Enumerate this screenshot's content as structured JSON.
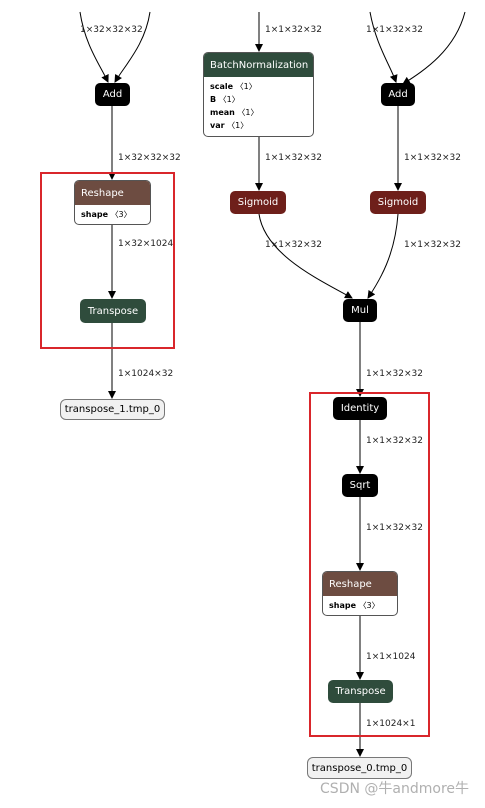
{
  "edge_labels": {
    "add_left_in": "1×32×32×32",
    "bn_in": "1×1×32×32",
    "add_right_in": "1×1×32×32",
    "add_left_out": "1×32×32×32",
    "bn_out": "1×1×32×32",
    "add_right_out": "1×1×32×32",
    "reshape_left_out": "1×32×1024",
    "sigmoid_left_out": "1×1×32×32",
    "sigmoid_right_out": "1×1×32×32",
    "transpose_left_out": "1×1024×32",
    "mul_out": "1×1×32×32",
    "identity_out": "1×1×32×32",
    "sqrt_out": "1×1×32×32",
    "reshape_right_out": "1×1×1024",
    "transpose_right_out": "1×1024×1"
  },
  "nodes": {
    "add_left": "Add",
    "add_right": "Add",
    "sigmoid_left": "Sigmoid",
    "sigmoid_right": "Sigmoid",
    "mul": "Mul",
    "identity": "Identity",
    "sqrt": "Sqrt",
    "transpose_left": "Transpose",
    "transpose_right": "Transpose"
  },
  "batchnorm": {
    "title": "BatchNormalization",
    "attrs": [
      {
        "name": "scale",
        "value": "〈1〉"
      },
      {
        "name": "B",
        "value": "〈1〉"
      },
      {
        "name": "mean",
        "value": "〈1〉"
      },
      {
        "name": "var",
        "value": "〈1〉"
      }
    ]
  },
  "reshape_left": {
    "title": "Reshape",
    "attr_name": "shape",
    "attr_value": "〈3〉"
  },
  "reshape_right": {
    "title": "Reshape",
    "attr_name": "shape",
    "attr_value": "〈3〉"
  },
  "outputs": {
    "left": "transpose_1.tmp_0",
    "right": "transpose_0.tmp_0"
  },
  "watermark": "CSDN @牛andmore牛",
  "colors": {
    "op_black": "#000000",
    "sigmoid": "#6e1f1a",
    "transpose": "#2f4c3c",
    "reshape_header": "#6d4c41",
    "highlight_box": "#d9262b"
  }
}
